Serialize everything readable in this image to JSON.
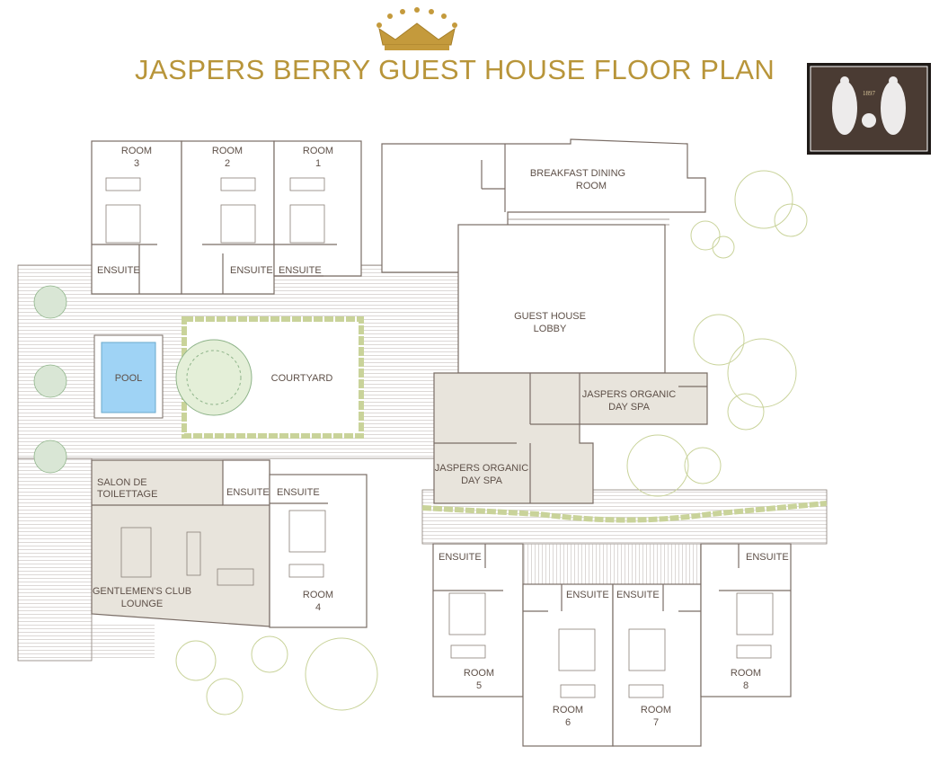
{
  "title": "JASPERS BERRY GUEST HOUSE FLOOR PLAN",
  "crest": {
    "year": "1897",
    "colors": {
      "background": "#4a3b33",
      "ornament": "#ffffff",
      "border": "#1f1a17"
    }
  },
  "colors": {
    "accent": "#b8953a",
    "walls": "#7a6d66",
    "shaded_rooms": "#e8e4dc",
    "pool": "#9fd3f5",
    "planting": "#c9d39a"
  },
  "labels": {
    "room3_a": "ROOM",
    "room3_b": "3",
    "room2_a": "ROOM",
    "room2_b": "2",
    "room1_a": "ROOM",
    "room1_b": "1",
    "ensuite_r3": "ENSUITE",
    "ensuite_r2": "ENSUITE",
    "ensuite_r1": "ENSUITE",
    "breakfast_a": "BREAKFAST DINING",
    "breakfast_b": "ROOM",
    "lobby_a": "GUEST HOUSE",
    "lobby_b": "LOBBY",
    "pool": "POOL",
    "courtyard": "COURTYARD",
    "spa1_a": "JASPERS ORGANIC",
    "spa1_b": "DAY SPA",
    "spa2_a": "JASPERS ORGANIC",
    "spa2_b": "DAY SPA",
    "salon_a": "SALON DE",
    "salon_b": "TOILETTAGE",
    "ensuite_salon": "ENSUITE",
    "ensuite_r4": "ENSUITE",
    "lounge_a": "GENTLEMEN'S CLUB",
    "lounge_b": "LOUNGE",
    "room4_a": "ROOM",
    "room4_b": "4",
    "ensuite_r5": "ENSUITE",
    "ensuite_r6": "ENSUITE",
    "ensuite_r7": "ENSUITE",
    "ensuite_r8": "ENSUITE",
    "room5_a": "ROOM",
    "room5_b": "5",
    "room6_a": "ROOM",
    "room6_b": "6",
    "room7_a": "ROOM",
    "room7_b": "7",
    "room8_a": "ROOM",
    "room8_b": "8"
  }
}
